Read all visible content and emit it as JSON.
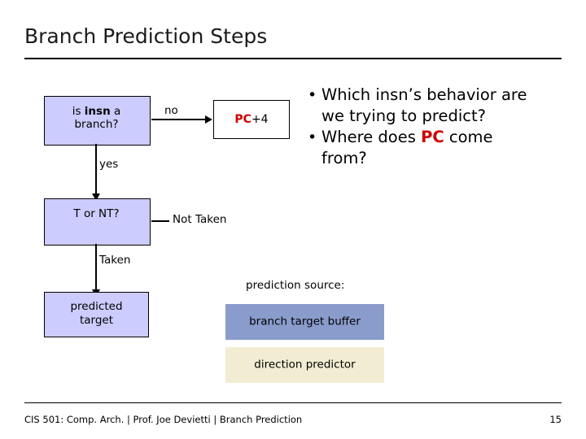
{
  "slide": {
    "title": "Branch Prediction Steps",
    "flow": {
      "decision1_line1": "is insn a",
      "decision1_line2": "branch?",
      "decision1_bold": "insn",
      "edge_no": "no",
      "edge_yes": "yes",
      "pc_box_pc": "PC",
      "pc_box_plus": "+4",
      "decision2": "T or NT?",
      "edge_not_taken": "Not Taken",
      "edge_taken": "Taken",
      "predicted_line1": "predicted",
      "predicted_line2": "target"
    },
    "bullets": [
      "Which insn’s behavior are we trying to predict?",
      "Where does PC come from?"
    ],
    "bullet_parts": {
      "b1_a": "Which insn’s behavior are",
      "b1_b": "we trying to predict?",
      "b2_a": "Where does ",
      "b2_pc": "PC",
      "b2_b": " come",
      "b2_c": "from?"
    },
    "sources": {
      "label": "prediction source:",
      "btb": "branch target buffer",
      "direction": "direction predictor"
    },
    "footer": {
      "text": "CIS 501: Comp. Arch.  |  Prof. Joe Devietti  |  Branch Prediction",
      "page": "15"
    },
    "colors": {
      "shape_fill": "#ccccff",
      "btb_fill": "#8a9ccc",
      "direction_fill": "#f2edd2",
      "accent_red": "#cc0000"
    }
  }
}
